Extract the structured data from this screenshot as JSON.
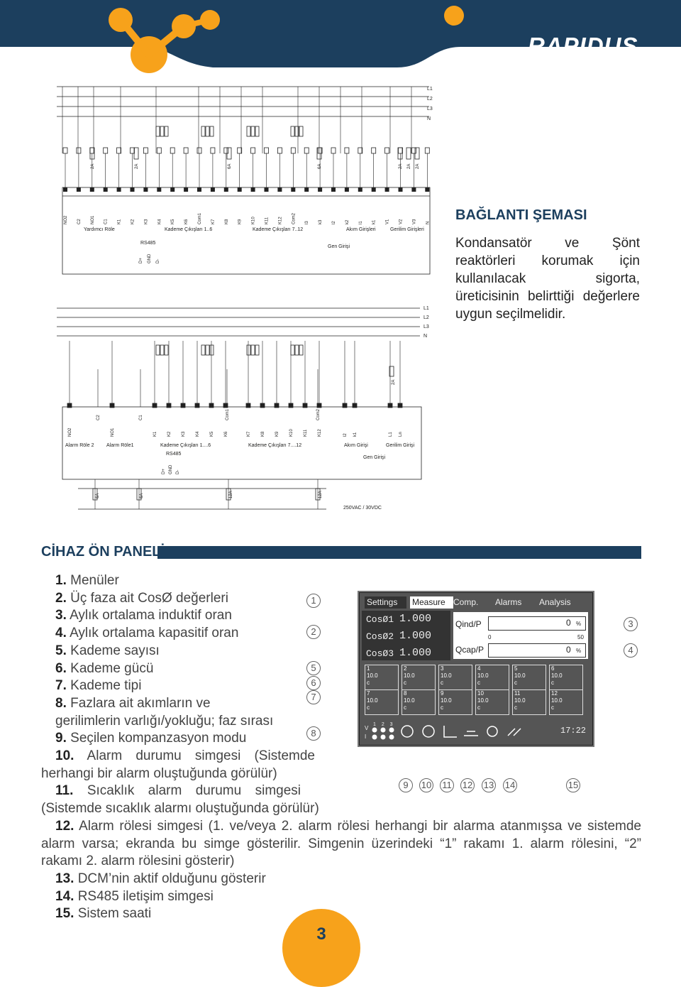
{
  "brand": {
    "logo": "RAPIDUS",
    "subtitle": "Reaktif Güç Kontrol Rölesi"
  },
  "sema": {
    "title": "BAĞLANTI ŞEMASI",
    "text": "Kondansatör ve Şönt reaktörleri korumak için kullanılacak sigorta, üreticisinin belirttiği değerlere uygun seçilmelidir."
  },
  "diagram1": {
    "lines": [
      "L1",
      "L2",
      "L3",
      "N"
    ],
    "fuses": [
      "2A",
      "2A",
      "6A",
      "6A",
      "2A",
      "2A",
      "2A"
    ],
    "terminals": [
      "NO2",
      "C2",
      "NO1",
      "C1",
      "K1",
      "K2",
      "K3",
      "K4",
      "K5",
      "K6",
      "Com1",
      "K7",
      "K8",
      "K9",
      "K10",
      "K11",
      "K12",
      "Com2",
      "l3",
      "k3",
      "l2",
      "k2",
      "l1",
      "k1",
      "V1",
      "V2",
      "V3",
      "N"
    ],
    "groups": [
      "Yardımcı Röle",
      "Kademe Çıkışları 1..6",
      "Kademe Çıkışları 7..12",
      "Akım Girişleri",
      "Gerilim Girişleri"
    ],
    "rs485": "RS485",
    "rs485_pins": [
      "D+",
      "GND",
      "D-"
    ],
    "gen": "Gen Girişi"
  },
  "diagram2": {
    "lines": [
      "L1",
      "L2",
      "L3",
      "N"
    ],
    "fuse_top": "2A",
    "top_terms": [
      "C2",
      "C1",
      "Com1",
      "Com2"
    ],
    "terminals": [
      "NO2",
      "NO1",
      "K1",
      "K2",
      "K3",
      "K4",
      "K5",
      "K6",
      "K7",
      "K8",
      "K9",
      "K10",
      "K11",
      "K12",
      "l2",
      "k1",
      "L1",
      "Ln"
    ],
    "groups": [
      "Alarm Röle 2",
      "Alarm Röle1",
      "Kademe Çıkışları 1....6",
      "Kademe Çıkışları 7....12",
      "Akım Girişi",
      "Gerilim Girişi"
    ],
    "rs485": "RS485",
    "rs485_pins": [
      "D+",
      "GND",
      "D-"
    ],
    "gen": "Gen Girişi",
    "fuses": [
      "6A",
      "6A",
      "12A",
      "12A"
    ],
    "supply": "250VAC / 30VDC"
  },
  "panel": {
    "title": "CİHAZ ÖN PANELİ",
    "items_top": [
      {
        "n": "1.",
        "t": "Menüler"
      },
      {
        "n": "2.",
        "t": "Üç faza ait CosØ değerleri"
      },
      {
        "n": "3.",
        "t": "Aylık ortalama induktif oran"
      },
      {
        "n": "4.",
        "t": "Aylık ortalama kapasitif oran"
      },
      {
        "n": "5.",
        "t": "Kademe sayısı"
      },
      {
        "n": "6.",
        "t": "Kademe gücü"
      },
      {
        "n": "7.",
        "t": "Kademe tipi"
      },
      {
        "n": "8.",
        "t": "Fazlara ait akımların ve"
      },
      {
        "n": "",
        "t": "gerilimlerin varlığı/yokluğu; faz sırası"
      },
      {
        "n": "9.",
        "t": "Seçilen kompanzasyon modu"
      }
    ],
    "item10_n": "10.",
    "item10_a": "Alarm durumu simgesi (Sistemde",
    "item10_b": "herhangi bir alarm oluştuğunda görülür)",
    "item11_n": "11.",
    "item11_a": "Sıcaklık alarm durumu simgesi",
    "item11_b": "(Sistemde sıcaklık alarmı oluştuğunda görülür)",
    "item12_n": "12.",
    "item12": "Alarm rölesi simgesi (1. ve/veya 2. alarm rölesi herhangi bir alarma atanmışsa ve sistemde alarm varsa; ekranda bu simge gösterilir. Simgenin üzerindeki “1” rakamı 1. alarm rölesini, “2” rakamı 2. alarm rölesini gösterir)",
    "item13_n": "13.",
    "item13": "DCM’nin aktif olduğunu gösterir",
    "item14_n": "14.",
    "item14": "RS485 iletişim simgesi",
    "item15_n": "15.",
    "item15": "Sistem saati"
  },
  "lcd": {
    "tabs": [
      "Settings",
      "Measure",
      "Comp.",
      "Alarms",
      "Analysis"
    ],
    "cos": [
      {
        "label": "CosØ1",
        "value": "1.000"
      },
      {
        "label": "CosØ2",
        "value": "1.000"
      },
      {
        "label": "CosØ3",
        "value": "1.000"
      }
    ],
    "qind": "Qind/P",
    "qcap": "Qcap/P",
    "qind_val": "0",
    "qcap_val": "0",
    "pct": "%",
    "scale_min": "0",
    "scale_max": "50",
    "cells": [
      {
        "n": "1",
        "v": "10.0",
        "t": "c"
      },
      {
        "n": "2",
        "v": "10.0",
        "t": "c"
      },
      {
        "n": "3",
        "v": "10.0",
        "t": "c"
      },
      {
        "n": "4",
        "v": "10.0",
        "t": "c"
      },
      {
        "n": "5",
        "v": "10.0",
        "t": "c"
      },
      {
        "n": "6",
        "v": "10.0",
        "t": "c"
      },
      {
        "n": "7",
        "v": "10.0",
        "t": "c"
      },
      {
        "n": "8",
        "v": "10.0",
        "t": "c"
      },
      {
        "n": "9",
        "v": "10.0",
        "t": "c"
      },
      {
        "n": "10",
        "v": "10.0",
        "t": "c"
      },
      {
        "n": "11",
        "v": "10.0",
        "t": "c"
      },
      {
        "n": "12",
        "v": "10.0",
        "t": "c"
      }
    ],
    "phase_v": "V",
    "phase_i": "I",
    "phases": "1 2 3",
    "clock": "17:22"
  },
  "markers": [
    "1",
    "2",
    "3",
    "4",
    "5",
    "6",
    "7",
    "8",
    "9",
    "10",
    "11",
    "12",
    "13",
    "14",
    "15"
  ],
  "page_number": "3"
}
